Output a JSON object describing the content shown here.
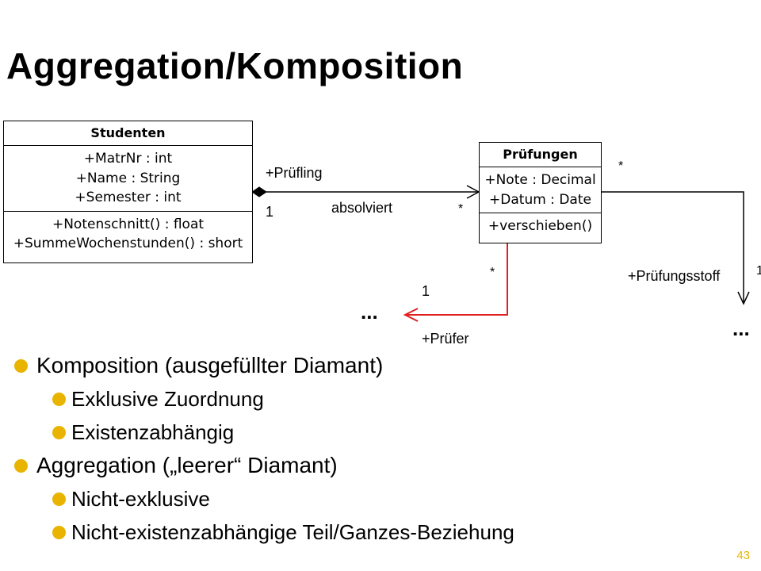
{
  "slide": {
    "title": "Aggregation/Komposition",
    "page_number": "43",
    "accent_color": "#e8b400"
  },
  "diagram": {
    "classes": [
      {
        "name": "Studenten",
        "attributes": [
          "+MatrNr : int",
          "+Name : String",
          "+Semester : int"
        ],
        "operations": [
          "+Notenschnitt() : float",
          "+SummeWochenstunden() : short"
        ]
      },
      {
        "name": "Prüfungen",
        "attributes": [
          "+Note : Decimal",
          "+Datum : Date"
        ],
        "operations": [
          "+verschieben()"
        ]
      }
    ],
    "association_labels": {
      "role_pruefling": "+Prüfling",
      "mult_student_one": "1",
      "name_absolviert": "absolviert",
      "mult_pruefung_star": "*",
      "mult_right_star": "*",
      "role_pruefungsstoff": "+Prüfungsstoff",
      "mult_right_one": "1",
      "mult_lower_star": "*",
      "mult_lower_one": "1",
      "role_pruefer": "+Prüfer",
      "ellipsis_left": "...",
      "ellipsis_right": "..."
    },
    "colors": {
      "line": "#000000",
      "pruefer_line": "#e02020"
    }
  },
  "bullets": [
    {
      "level": 1,
      "text": "Komposition (ausgefüllter Diamant)"
    },
    {
      "level": 2,
      "text": "Exklusive Zuordnung"
    },
    {
      "level": 2,
      "text": "Existenzabhängig"
    },
    {
      "level": 1,
      "text": "Aggregation („leerer“ Diamant)"
    },
    {
      "level": 2,
      "text": "Nicht-exklusive"
    },
    {
      "level": 2,
      "text": "Nicht-existenzabhängige Teil/Ganzes-Beziehung"
    }
  ]
}
